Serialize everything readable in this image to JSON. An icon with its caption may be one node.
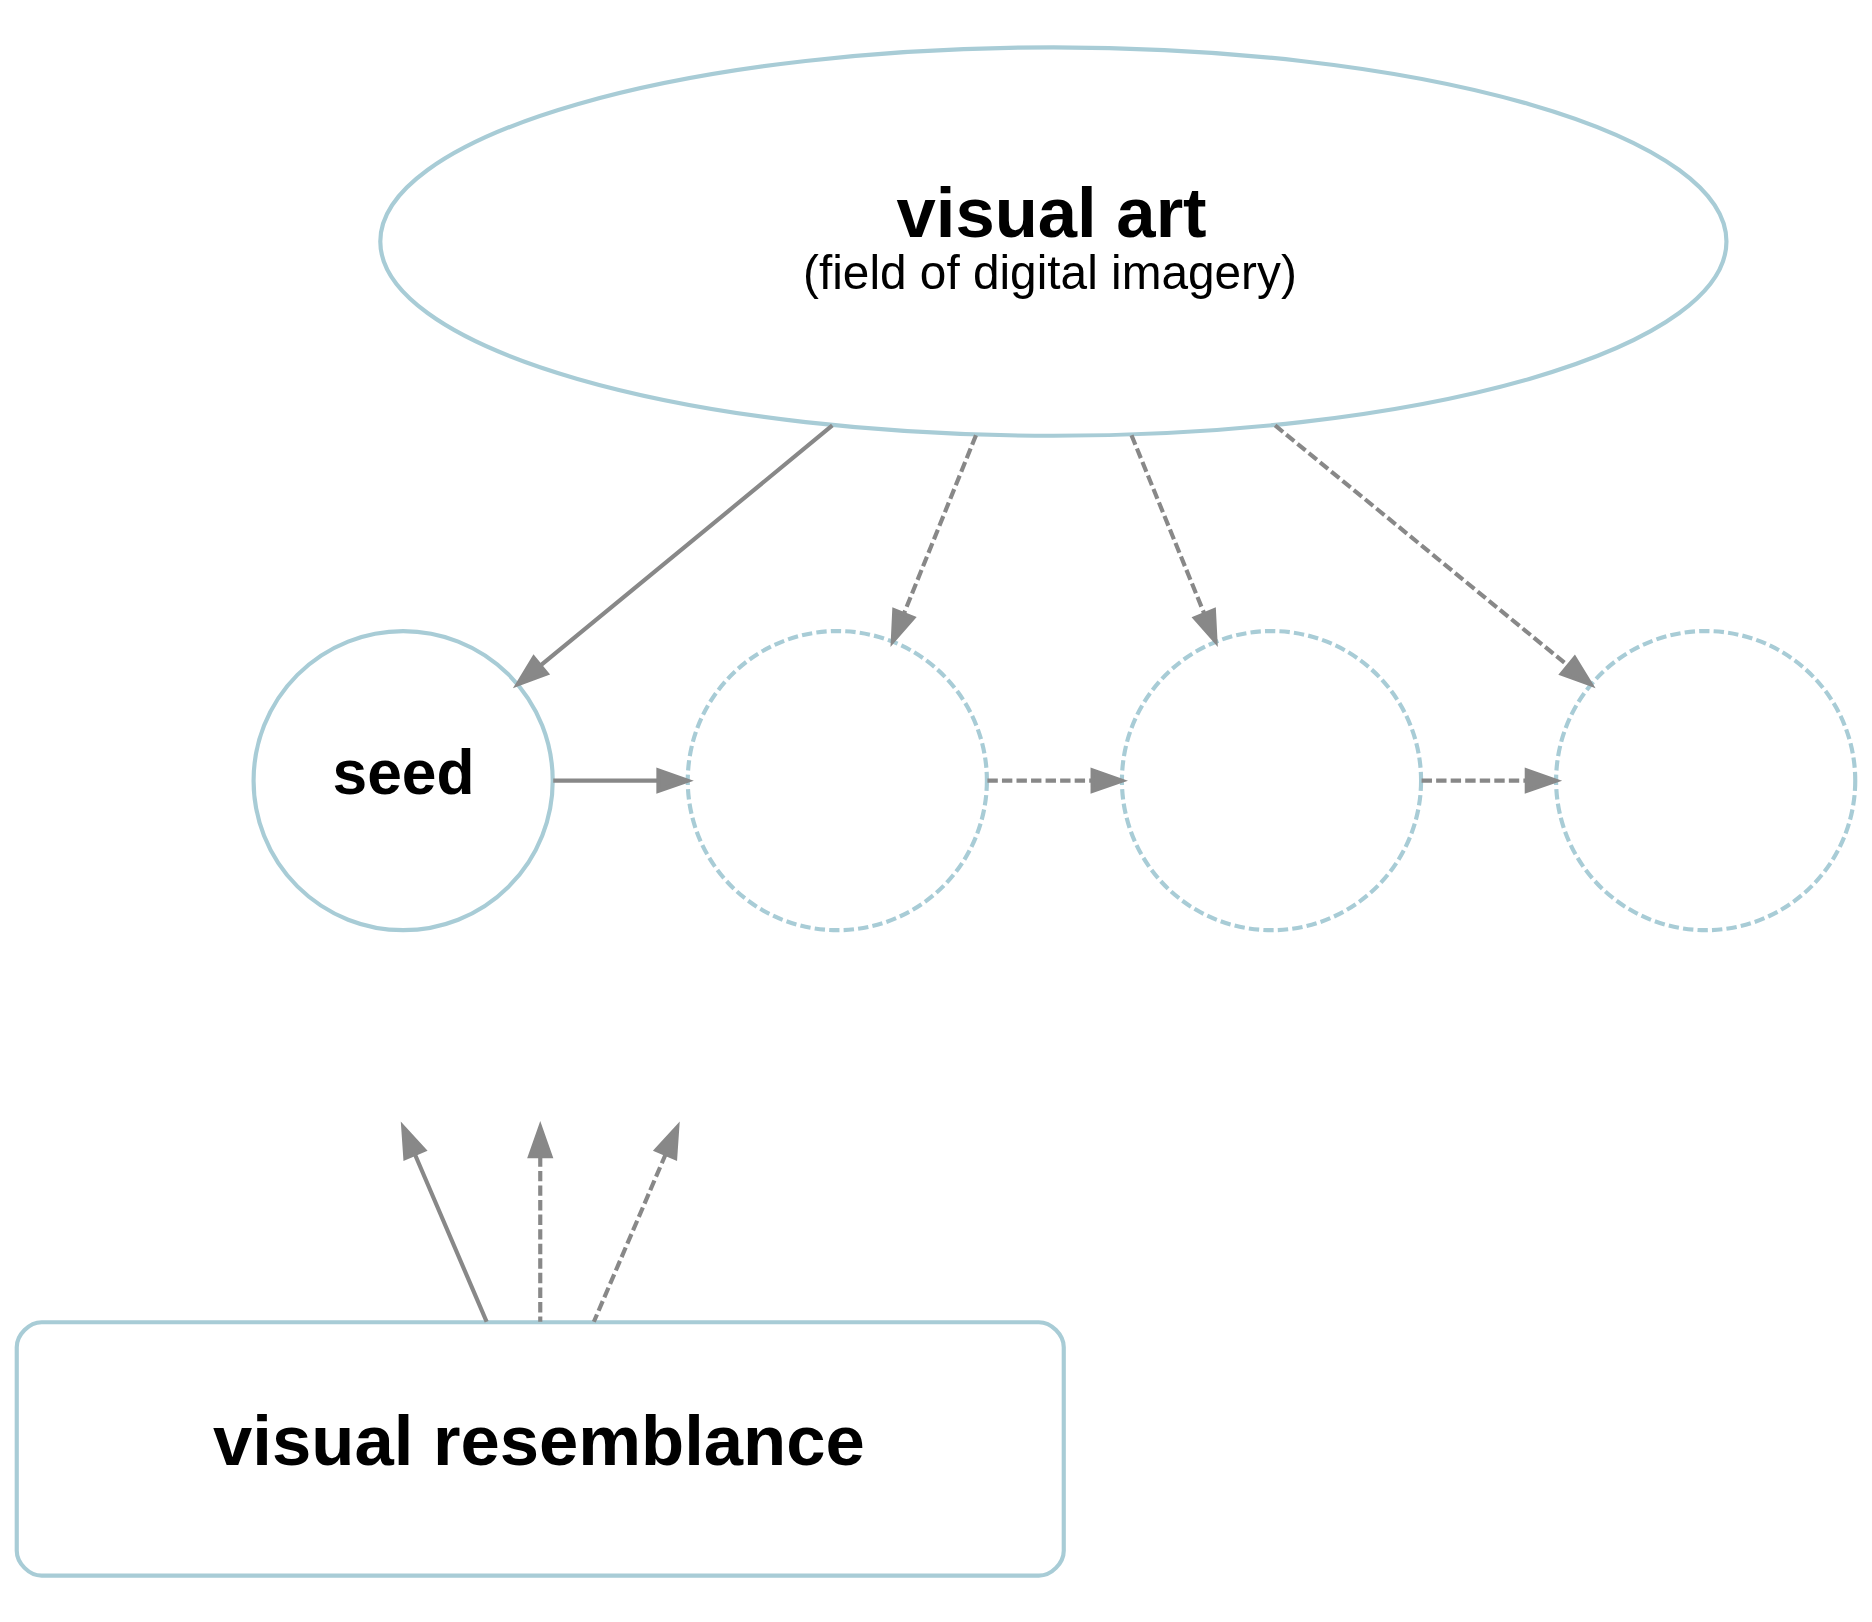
{
  "diagram": {
    "nodes": [
      {
        "text": [
          "visual art",
          "(field of digital imagery)"
        ]
      },
      {
        "text": [
          "seed"
        ]
      },
      {
        "text": [],
        "shape": "circle"
      },
      {
        "text": [],
        "shape": "circle"
      },
      {
        "text": [],
        "shape": "circle"
      },
      {
        "text": [
          "visual resemblance"
        ]
      }
    ],
    "edges": [
      {
        "from": 0,
        "to": 1,
        "arrow": "to"
      },
      {
        "from": 0,
        "to": 2,
        "arrow": "to",
        "style": "dashed"
      },
      {
        "from": 0,
        "to": 3,
        "arrow": "to",
        "style": "dashed"
      },
      {
        "from": 0,
        "to": 4,
        "arrow": "to",
        "style": "dashed"
      },
      {
        "from": 1,
        "to": 2,
        "arrow": "to"
      },
      {
        "from": 2,
        "to": 3,
        "arrow": "to",
        "style": "dashed"
      },
      {
        "from": 3,
        "to": 4,
        "arrow": "to",
        "style": "dashed"
      },
      {
        "from": 5,
        "to": null,
        "arrow": "to"
      },
      {
        "from": 5,
        "to": null,
        "arrow": "to",
        "style": "dashed"
      },
      {
        "from": 5,
        "to": null,
        "arrow": "to",
        "style": "dashed"
      }
    ]
  }
}
